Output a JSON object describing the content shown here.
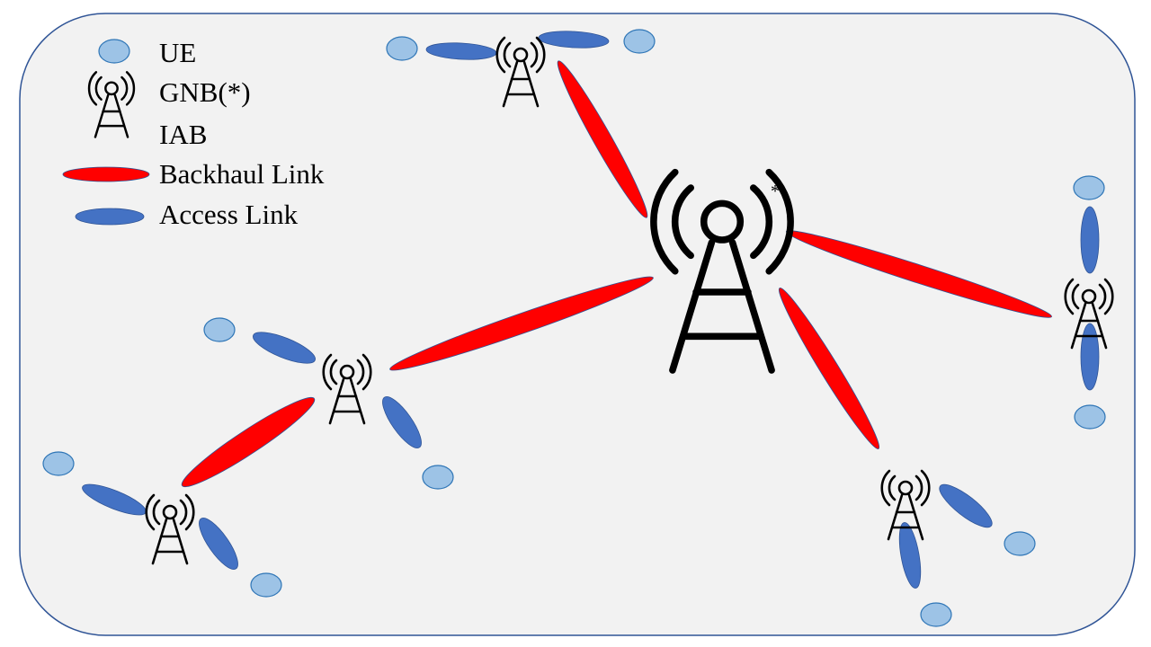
{
  "legend": {
    "ue": "UE",
    "gnb": "GNB(*)",
    "iab": "IAB",
    "backhaul": "Backhaul Link",
    "access": "Access Link"
  },
  "gnb_marker": "*",
  "colors": {
    "background": "#f2f2f2",
    "border": "#2f5496",
    "ue_fill": "#9dc3e6",
    "ue_stroke": "#2e75b6",
    "access_fill": "#4472c4",
    "backhaul_fill": "#ff0000",
    "tower": "#000000"
  },
  "nodes": {
    "gnb": "gNB",
    "iab": [
      "IAB top",
      "IAB right",
      "IAB left",
      "IAB bottom-left",
      "IAB bottom-right"
    ]
  },
  "links": {
    "backhaul": [
      {
        "from": "gNB",
        "to": "IAB top"
      },
      {
        "from": "gNB",
        "to": "IAB right"
      },
      {
        "from": "gNB",
        "to": "IAB left"
      },
      {
        "from": "gNB",
        "to": "IAB bottom-right"
      },
      {
        "from": "IAB left",
        "to": "IAB bottom-left"
      }
    ],
    "access": [
      {
        "from": "IAB top",
        "to": "UE"
      },
      {
        "from": "IAB top",
        "to": "UE"
      },
      {
        "from": "IAB right",
        "to": "UE"
      },
      {
        "from": "IAB right",
        "to": "UE"
      },
      {
        "from": "IAB left",
        "to": "UE"
      },
      {
        "from": "IAB left",
        "to": "UE"
      },
      {
        "from": "IAB bottom-left",
        "to": "UE"
      },
      {
        "from": "IAB bottom-left",
        "to": "UE"
      },
      {
        "from": "IAB bottom-right",
        "to": "UE"
      },
      {
        "from": "IAB bottom-right",
        "to": "UE"
      }
    ]
  }
}
